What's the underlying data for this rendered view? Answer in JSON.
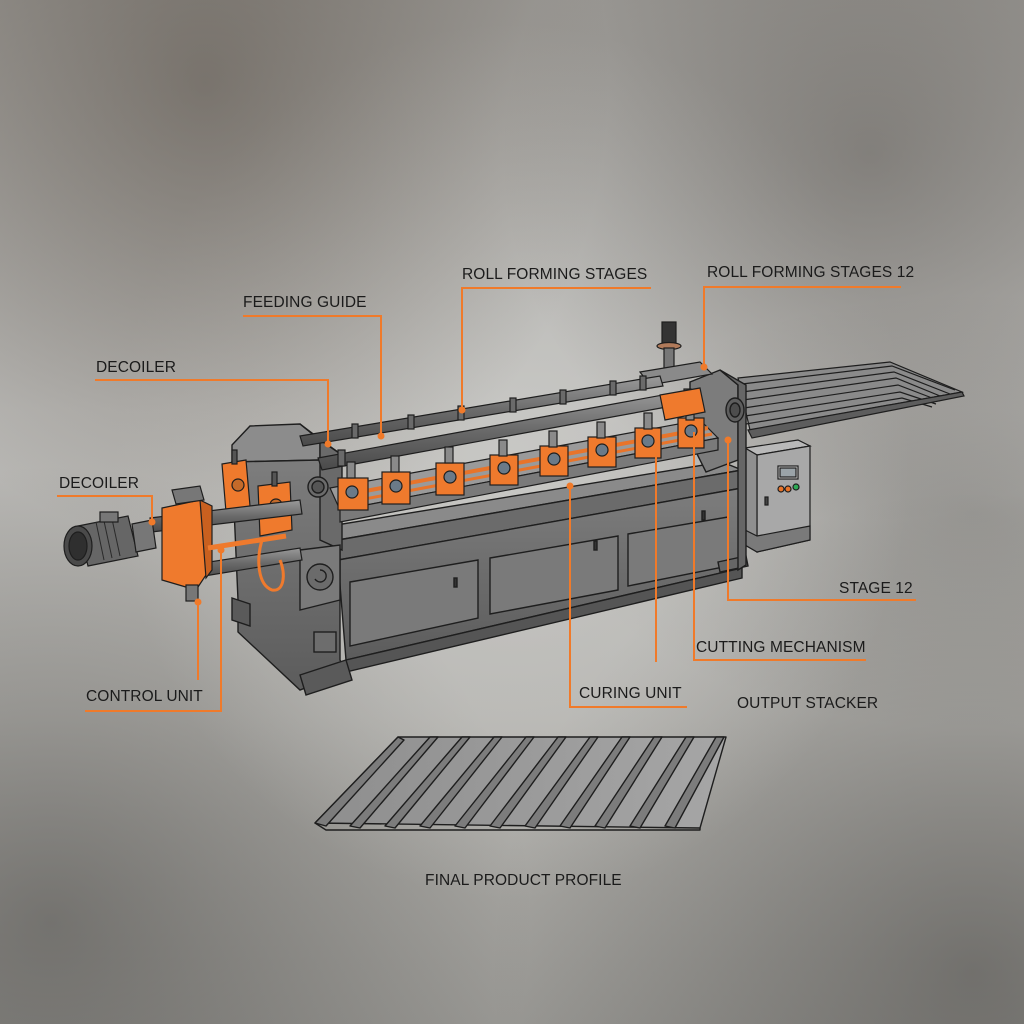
{
  "colors": {
    "accent": "#f07a2a",
    "machine_body": "#6e6e6e",
    "machine_dark": "#4f4f4f",
    "machine_light": "#8c8c8c",
    "outline": "#1e1e1e",
    "label_text": "#1b1b1b",
    "background": "#b3b2ae"
  },
  "labels": {
    "roll_forming_stages": "ROLL FORMING STAGES",
    "roll_forming_stages_12": "ROLL FORMING STAGES 12",
    "feeding_guide": "FEEDING GUIDE",
    "decoiler_upper": "DECOILER",
    "decoiler_lower": "DECOILER",
    "control_unit": "CONTROL UNIT",
    "stage_12": "STAGE 12",
    "cutting_mechanism": "CUTTING MECHANISM",
    "curing_unit": "CURING UNIT",
    "output_stacker": "OUTPUT STACKER",
    "final_product_profile": "FINAL PRODUCT PROFILE"
  },
  "machine": {
    "roll_stations": 8,
    "control_panel_buttons": [
      "#e8742a",
      "#e8742a",
      "#2faa55"
    ],
    "product_ribs": 11
  }
}
